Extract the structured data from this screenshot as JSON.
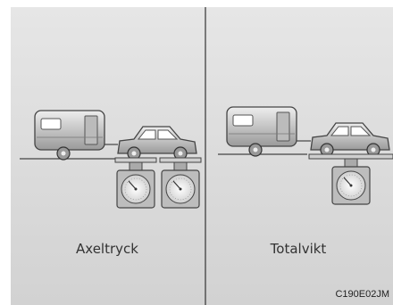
{
  "diagram": {
    "left_panel": {
      "label": "Axeltryck"
    },
    "right_panel": {
      "label": "Totalvikt"
    },
    "figure_code": "C190E02JM"
  }
}
